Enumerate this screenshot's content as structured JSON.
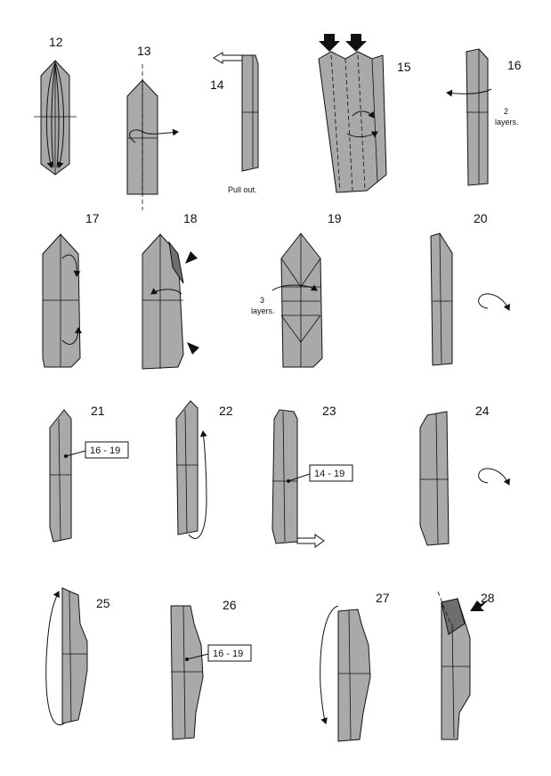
{
  "steps": [
    {
      "number": "12"
    },
    {
      "number": "13"
    },
    {
      "number": "14"
    },
    {
      "number": "15"
    },
    {
      "number": "16"
    },
    {
      "number": "17"
    },
    {
      "number": "18"
    },
    {
      "number": "19"
    },
    {
      "number": "20"
    },
    {
      "number": "21"
    },
    {
      "number": "22"
    },
    {
      "number": "23"
    },
    {
      "number": "24"
    },
    {
      "number": "25"
    },
    {
      "number": "26"
    },
    {
      "number": "27"
    },
    {
      "number": "28"
    }
  ],
  "notes": {
    "pull_out": "Pull out.",
    "two": "2",
    "three": "3",
    "layers": "layers."
  },
  "refs": {
    "step21": "16 - 19",
    "step23": "14 - 19",
    "step26": "16 - 19"
  }
}
